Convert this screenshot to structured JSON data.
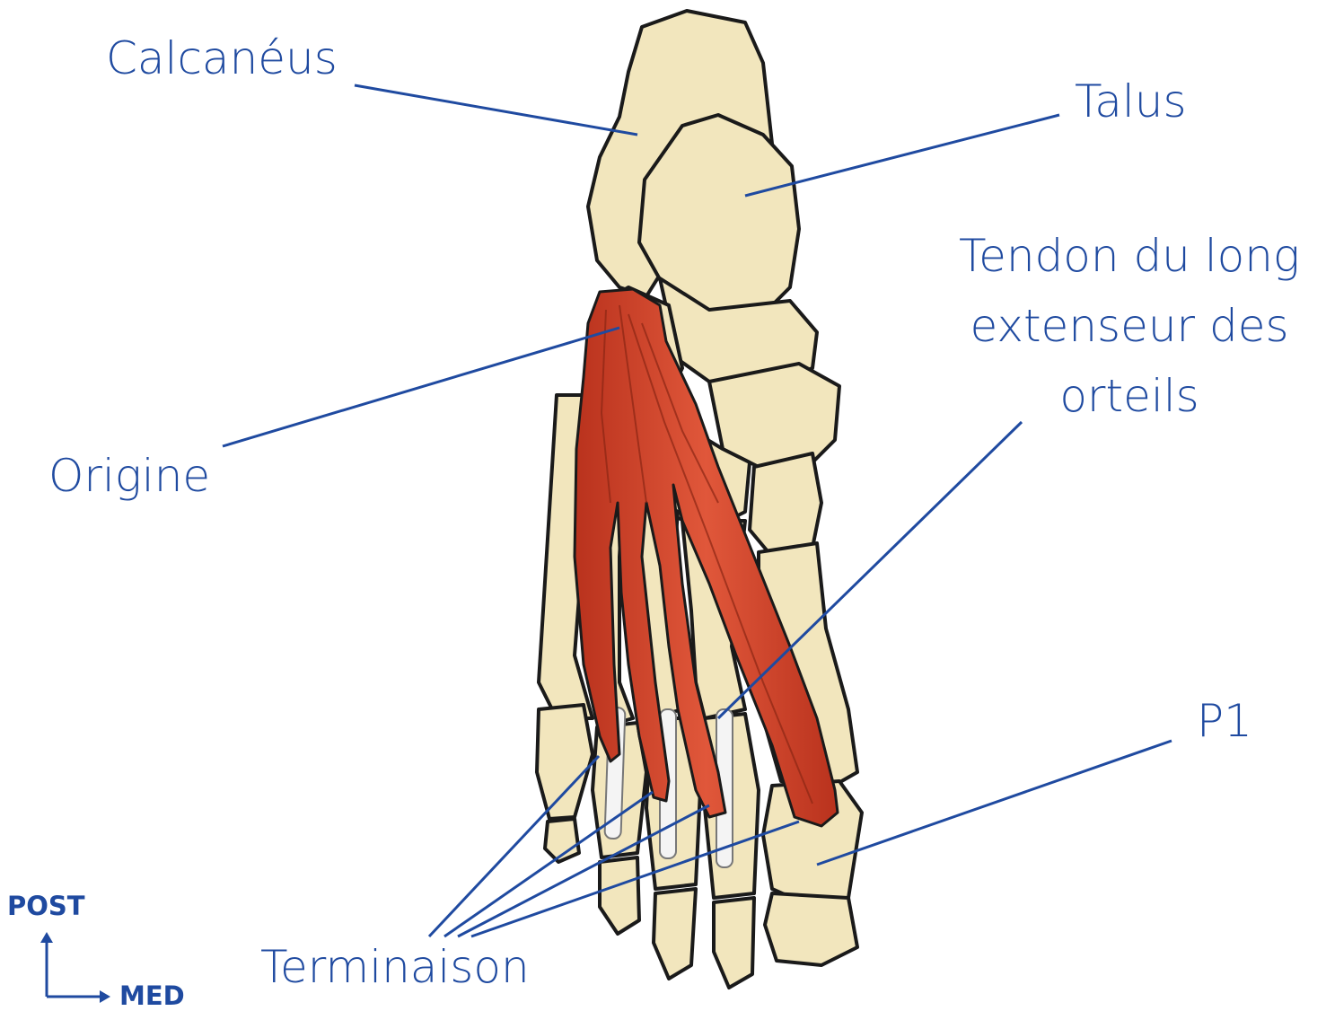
{
  "labels": {
    "calcaneus": "Calcanéus",
    "talus": "Talus",
    "tendon_line1": "Tendon du long",
    "tendon_line2": "extenseur des",
    "tendon_line3": "orteils",
    "origine": "Origine",
    "p1": "P1",
    "terminaison": "Terminaison"
  },
  "orientation": {
    "vertical": "POST",
    "horizontal": "MED"
  },
  "colors": {
    "bone": "#f2e6bd",
    "bone_shadow": "#dccfa0",
    "outline": "#1a1a1a",
    "muscle": "#d8492c",
    "muscle_dark": "#a8301c",
    "tendon": "#f4f4f4",
    "label": "#1f4aa0"
  }
}
